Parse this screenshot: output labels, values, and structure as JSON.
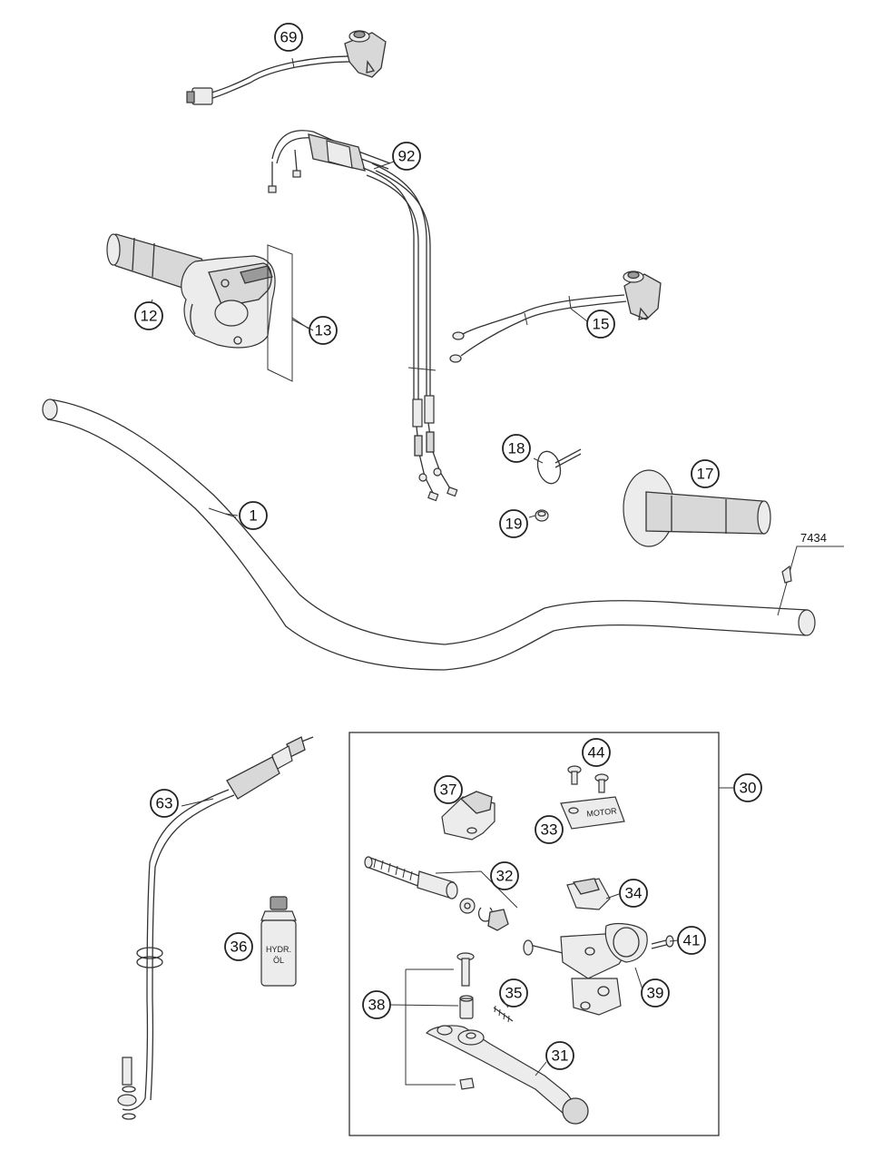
{
  "callouts": {
    "c69": "69",
    "c92": "92",
    "c12": "12",
    "c13": "13",
    "c15": "15",
    "c1": "1",
    "c18": "18",
    "c17": "17",
    "c19": "19",
    "c44": "44",
    "c63": "63",
    "c37": "37",
    "c30": "30",
    "c33": "33",
    "c32": "32",
    "c34": "34",
    "c36": "36",
    "c41": "41",
    "c39": "39",
    "c38": "38",
    "c35": "35",
    "c31": "31"
  },
  "reference_code": "7434",
  "bottle_label": {
    "line1": "HYDR.",
    "line2": "ÖL"
  },
  "reservoir_cap_label": "MOTOR"
}
